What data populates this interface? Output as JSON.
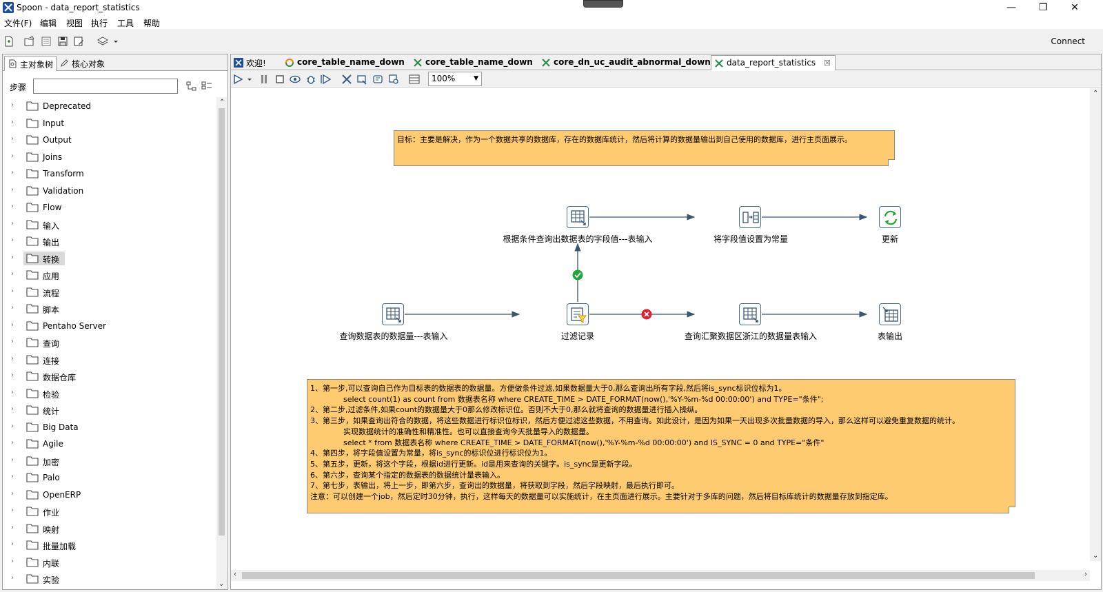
{
  "window": {
    "title": "Spoon - data_report_statistics",
    "minimize": "—",
    "maximize": "❐",
    "close": "✕"
  },
  "menu": [
    "文件(F)",
    "编辑",
    "视图",
    "执行",
    "工具",
    "帮助"
  ],
  "toolbar": {
    "connect_label": "Connect"
  },
  "left_panel": {
    "tabs": [
      "主对象树",
      "核心对象"
    ],
    "search_label": "步骤",
    "search_value": "",
    "tree_items": [
      "Deprecated",
      "Input",
      "Output",
      "Joins",
      "Transform",
      "Validation",
      "Flow",
      "输入",
      "输出",
      "转换",
      "应用",
      "流程",
      "脚本",
      "Pentaho Server",
      "查询",
      "连接",
      "数据仓库",
      "检验",
      "统计",
      "Big Data",
      "Agile",
      "加密",
      "Palo",
      "OpenERP",
      "作业",
      "映射",
      "批量加载",
      "内联",
      "实验"
    ],
    "selected_item": "转换"
  },
  "right_panel": {
    "tabs": [
      {
        "label": "欢迎!"
      },
      {
        "label": "core_table_name_down"
      },
      {
        "label": "core_table_name_down"
      },
      {
        "label": "core_dn_uc_audit_abnormal_down"
      },
      {
        "label": "data_report_statistics",
        "close": "☒"
      }
    ],
    "zoom": "100%"
  },
  "canvas": {
    "goal_note": "目标：主要是解决，作为一个数据共享的数据库，存在的数据库统计，然后将计算的数据量输出到自己使用的数据库，进行主页面展示。",
    "steps": {
      "query_input": "根据条件查询出数据表的字段值---表输入",
      "set_const": "将字段值设置为常量",
      "update": "更新",
      "count_input": "查询数据表的数据量---表输入",
      "filter": "过滤记录",
      "zj_input": "查询汇聚数据区浙江的数据量表输入",
      "table_out": "表输出"
    },
    "steps_note": [
      "1、第一步,可以查询自己作为目标表的数据表的数据量。方便做条件过滤,如果数据量大于0,那么查询出所有字段,然后将is_sync标识位标为1。",
      "select count(1) as count from 数据表名称 where CREATE_TIME > DATE_FORMAT(now(),'%Y-%m-%d 00:00:00') and TYPE=\"条件\";",
      "2、第二步,过滤条件,如果count的数据量大于0那么修改标识位。否则不大于0,那么就将查询的数据量进行插入操纵。",
      "3、第三步，如果查询出符合的数据，将这些数据进行标识位标识，然后方便过滤这些数据，不用查询。如此设计，是因为如果一天出现多次批量数据的导入，那么这样可以避免重复数据的统计。",
      "实现数据统计的准确性和精准性。也可以直接查询今天批量导入的数据量。",
      "select * from 数据表名称 where CREATE_TIME > DATE_FORMAT(now(),'%Y-%m-%d 00:00:00') and IS_SYNC = 0 and TYPE=\"条件\"",
      "4、第四步，将字段值设置为常量，将is_sync的标识位进行标识位为1。",
      "5、第五步，更新，将这个字段，根据id进行更新。id是用来查询的关键字。is_sync是更新字段。",
      "6、第六步，查询某个指定的数据表的数据统计量表输入。",
      "7、第七步，表输出，将上一步，即第六步，查询出的数据量，将获取到字段，然后字段映射，最后执行即可。",
      "注意：可以创建一个job，然后定时30分钟，执行，这样每天的数据量可以实施统计，在主页面进行展示。主要针对于多库的问题，然后将目标库统计的数据量存放到指定库。"
    ]
  }
}
